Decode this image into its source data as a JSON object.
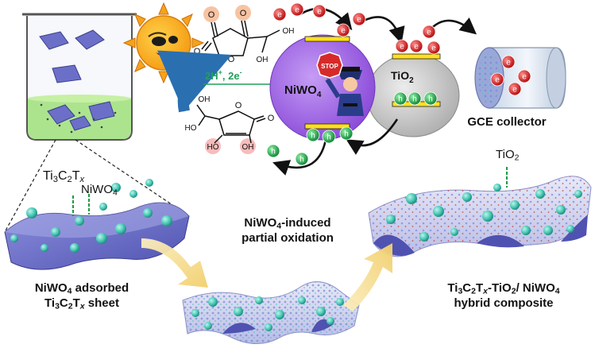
{
  "labels": {
    "ti3c2tx_base": "Ti",
    "niwo4_surface_base": "NiWO",
    "tio2_top_base": "TiO",
    "induced_line1_base": "NiWO",
    "induced_line1_rest": "-induced",
    "induced_line2": "partial oxidation",
    "adsorbed_line1_base": "NiWO",
    "adsorbed_line1_rest": " adsorbed",
    "adsorbed_line2_rest": " sheet",
    "hybrid_line1_rest": "/ NiWO",
    "hybrid_line2": "hybrid composite",
    "gce": "GCE collector",
    "niwo4_sphere_base": "NiWO",
    "tio2_sphere_base": "TiO",
    "reaction_base": "2H",
    "reaction_rest": ", 2e",
    "stop_sign": "STOP",
    "electron": "e",
    "hole": "h",
    "hydroxyl": "OH",
    "hydroxyl_left": "HO",
    "oxygen": "O",
    "sub_2": "2",
    "sub_3": "3",
    "sub_4": "4",
    "sub_x": "x",
    "sup_plus": "+",
    "sup_minus": "-",
    "dash": "-",
    "tx": "T"
  },
  "colors": {
    "niwo4": "#9b5ce6",
    "tio2": "#c9c9c9",
    "electron": "#d42020",
    "hole": "#22b14c",
    "band": "#ffe01a",
    "arrow_blue": "#2a6fb0",
    "sheet": "#6b6fc8",
    "sphere": "#49cbb8",
    "reaction_text": "#1fa05a"
  }
}
